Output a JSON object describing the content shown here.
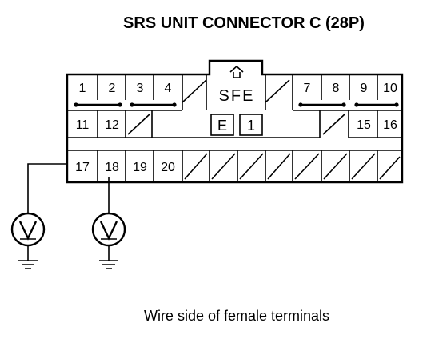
{
  "title": "SRS UNIT CONNECTOR C (28P)",
  "caption": "Wire side of female terminals",
  "connector": {
    "lock_label": "SFE",
    "box_left": "E",
    "box_right": "1",
    "pins": {
      "p1": "1",
      "p2": "2",
      "p3": "3",
      "p4": "4",
      "p7": "7",
      "p8": "8",
      "p9": "9",
      "p10": "10",
      "p11": "11",
      "p12": "12",
      "p15": "15",
      "p16": "16",
      "p17": "17",
      "p18": "18",
      "p19": "19",
      "p20": "20"
    }
  },
  "meters": [
    {
      "symbol": "V",
      "pin": "17"
    },
    {
      "symbol": "V",
      "pin": "18"
    }
  ]
}
